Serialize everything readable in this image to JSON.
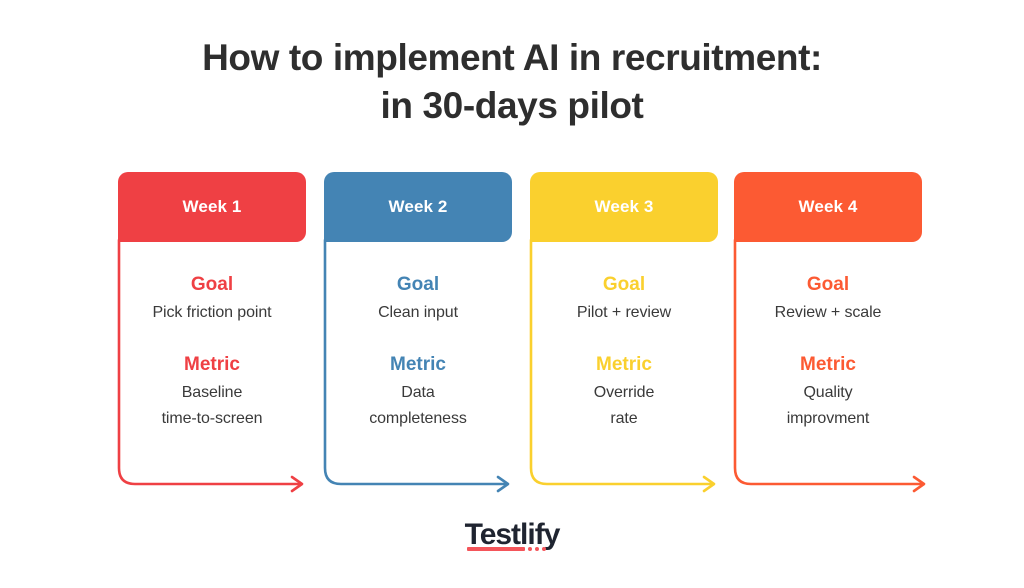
{
  "title": {
    "line1": "How to implement AI in recruitment:",
    "line2": "in 30-days pilot",
    "color": "#2e2e2e"
  },
  "labels": {
    "goal": "Goal",
    "metric": "Metric"
  },
  "columns": [
    {
      "week": "Week 1",
      "color": "#ef4044",
      "goal_label": "Goal",
      "goal_text": "Pick friction point",
      "metric_label": "Metric",
      "metric_line1": "Baseline",
      "metric_line2": "time-to-screen"
    },
    {
      "week": "Week 2",
      "color": "#4484b4",
      "goal_label": "Goal",
      "goal_text": "Clean input",
      "metric_label": "Metric",
      "metric_line1": "Data",
      "metric_line2": "completeness"
    },
    {
      "week": "Week 3",
      "color": "#fad02e",
      "goal_label": "Goal",
      "goal_text": "Pilot + review",
      "metric_label": "Metric",
      "metric_line1": "Override",
      "metric_line2": "rate"
    },
    {
      "week": "Week 4",
      "color": "#fc5a33",
      "goal_label": "Goal",
      "goal_text": "Review + scale",
      "metric_label": "Metric",
      "metric_line1": "Quality",
      "metric_line2": "improvment"
    }
  ],
  "logo": {
    "text": "Testlify",
    "accent_color": "#f4555a",
    "text_color": "#1f2430"
  },
  "background": "#ffffff"
}
